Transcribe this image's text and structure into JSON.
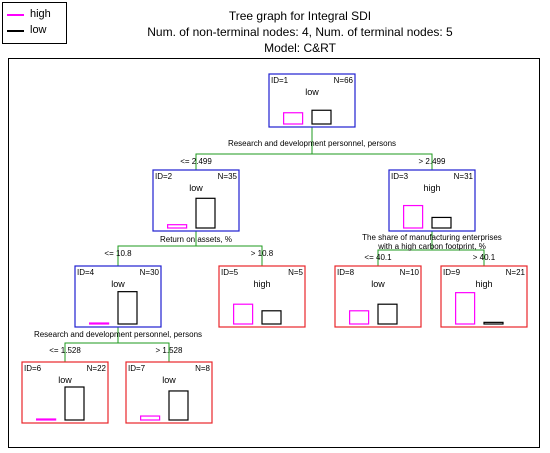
{
  "legend": {
    "items": [
      {
        "label": "high",
        "color": "#ff00ff"
      },
      {
        "label": "low",
        "color": "#000000"
      }
    ]
  },
  "header": {
    "title": "Tree graph for Integral SDI",
    "counts": "Num. of non-terminal nodes: 4,  Num. of terminal nodes: 5",
    "model": "Model: C&RT"
  },
  "colors": {
    "split_border": "#1f1fd0",
    "terminal_border": "#e8262a",
    "edge": "#1e9a1e",
    "high_bar": "#ff00ff",
    "low_bar": "#000000"
  },
  "nodes": [
    {
      "id": "ID=1",
      "n": "N=66",
      "label": "low",
      "terminal": false,
      "high_share": 0.45,
      "low_share": 0.55
    },
    {
      "id": "ID=2",
      "n": "N=35",
      "label": "low",
      "terminal": false,
      "high_share": 0.1,
      "low_share": 0.9
    },
    {
      "id": "ID=3",
      "n": "N=31",
      "label": "high",
      "terminal": false,
      "high_share": 0.68,
      "low_share": 0.32
    },
    {
      "id": "ID=4",
      "n": "N=30",
      "label": "low",
      "terminal": false,
      "high_share": 0.02,
      "low_share": 0.98
    },
    {
      "id": "ID=5",
      "n": "N=5",
      "label": "high",
      "terminal": true,
      "high_share": 0.6,
      "low_share": 0.4
    },
    {
      "id": "ID=8",
      "n": "N=10",
      "label": "low",
      "terminal": true,
      "high_share": 0.4,
      "low_share": 0.6
    },
    {
      "id": "ID=9",
      "n": "N=21",
      "label": "high",
      "terminal": true,
      "high_share": 0.95,
      "low_share": 0.05
    },
    {
      "id": "ID=6",
      "n": "N=22",
      "label": "low",
      "terminal": true,
      "high_share": 0.0,
      "low_share": 1.0
    },
    {
      "id": "ID=7",
      "n": "N=8",
      "label": "low",
      "terminal": true,
      "high_share": 0.12,
      "low_share": 0.88
    }
  ],
  "splits": [
    {
      "variable": [
        "Research and development personnel, persons"
      ],
      "left": "<= 2.499",
      "right": "> 2.499"
    },
    {
      "variable": [
        "Return on assets, %"
      ],
      "left": "<= 10.8",
      "right": "> 10.8"
    },
    {
      "variable": [
        "The share of manufacturing enterprises",
        "with a high carbon footprint, %"
      ],
      "left": "<= 40.1",
      "right": "> 40.1"
    },
    {
      "variable": [
        "Research and development personnel, persons"
      ],
      "left": "<= 1.528",
      "right": "> 1.528"
    }
  ]
}
